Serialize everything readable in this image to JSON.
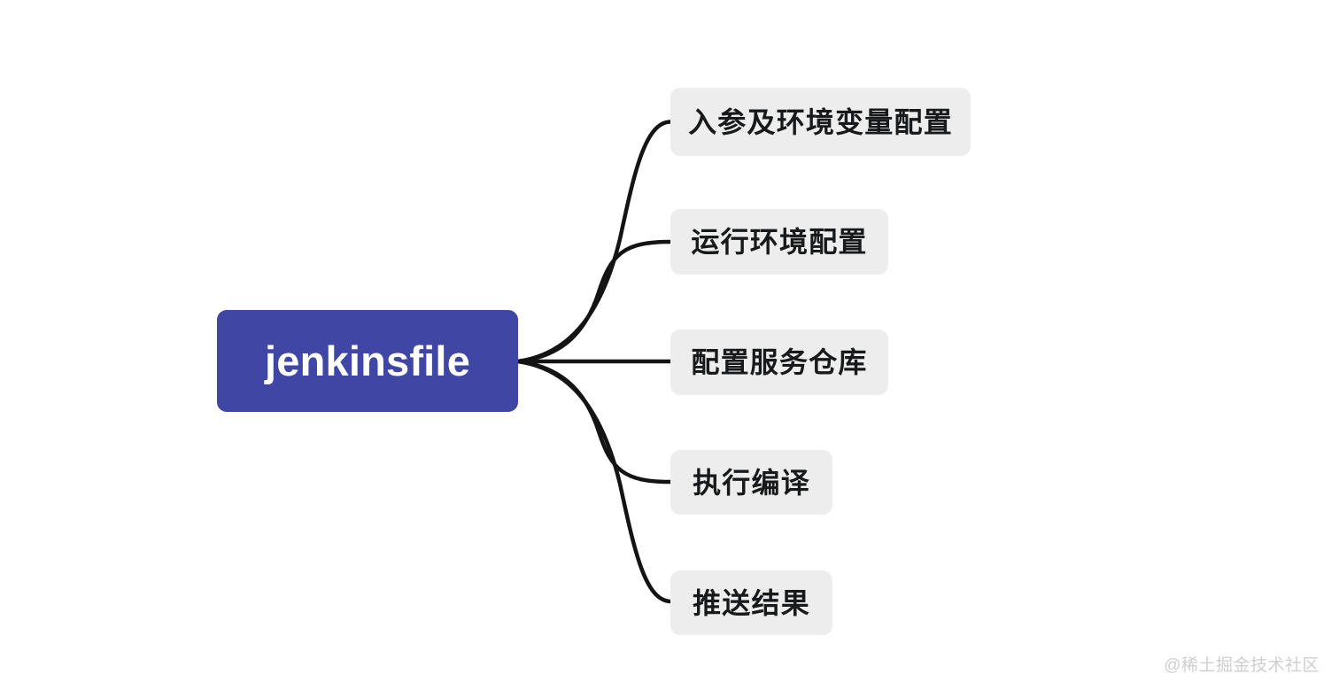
{
  "diagram": {
    "type": "mindmap",
    "title": "jenkinsfile",
    "root": {
      "label": "jenkinsfile",
      "color": "#3F46A3",
      "text_color": "#FFFFFF"
    },
    "branch_style": {
      "color": "#EDEDED",
      "text_color": "#17191A",
      "edge_color": "#141414"
    },
    "branches": [
      {
        "label": "入参及环境变量配置"
      },
      {
        "label": "运行环境配置"
      },
      {
        "label": "配置服务仓库"
      },
      {
        "label": "执行编译"
      },
      {
        "label": "推送结果"
      }
    ]
  },
  "watermark": {
    "text": "@稀土掘金技术社区"
  }
}
